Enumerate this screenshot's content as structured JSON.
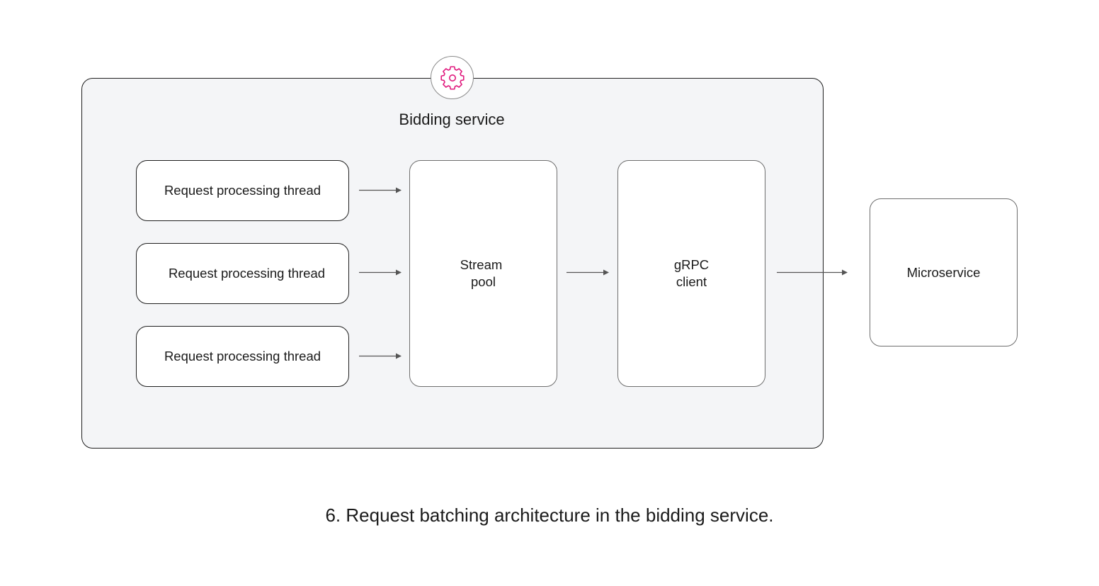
{
  "diagram": {
    "service": {
      "title": "Bidding service",
      "icon": "gear-icon",
      "icon_color": "#e0197d"
    },
    "threads": [
      {
        "label": "Request processing thread"
      },
      {
        "label": "Request processing thread"
      },
      {
        "label": "Request processing thread"
      }
    ],
    "stream_pool": {
      "line1": "Stream",
      "line2": "pool"
    },
    "grpc_client": {
      "line1": "gRPC",
      "line2": "client"
    },
    "microservice": {
      "label": "Microservice"
    }
  },
  "caption": "6. Request batching architecture in the bidding service."
}
